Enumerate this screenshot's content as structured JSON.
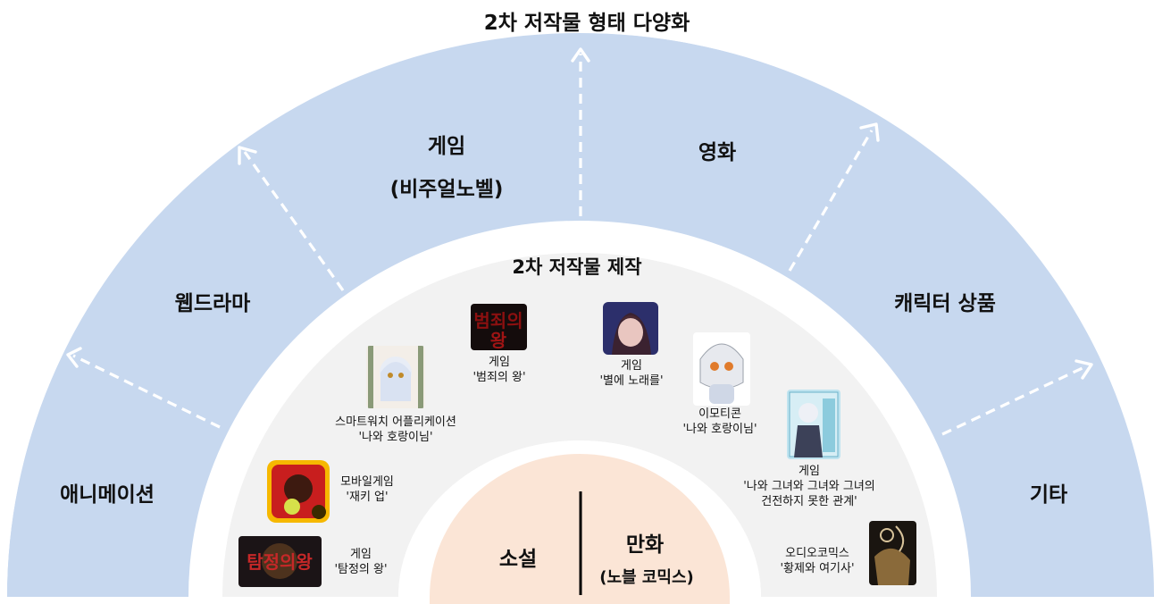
{
  "title": "2차 저작물 형태 다양화",
  "outer_ring": {
    "items": [
      {
        "label": "애니메이션"
      },
      {
        "label": "웹드라마"
      },
      {
        "label_line1": "게임",
        "label_line2": "(비주얼노벨)"
      },
      {
        "label": "영화"
      },
      {
        "label": "캐릭터 상품"
      },
      {
        "label": "기타"
      }
    ]
  },
  "middle_ring": {
    "title": "2차 저작물 제작",
    "works": [
      {
        "line1": "게임",
        "line2": "'탐정의 왕'",
        "icon": "game-thumbnail-detective-king"
      },
      {
        "line1": "모바일게임",
        "line2": "'재키 업'",
        "icon": "game-thumbnail-jackie-up"
      },
      {
        "line1": "스마트워치 어플리케이션",
        "line2": "'나와 호랑이님'",
        "icon": "app-thumbnail-tiger"
      },
      {
        "line1": "게임",
        "line2": "'범죄의 왕'",
        "icon": "game-thumbnail-crime-king"
      },
      {
        "line1": "게임",
        "line2": "'별에 노래를'",
        "icon": "game-thumbnail-sing-to-stars"
      },
      {
        "line1": "이모티콘",
        "line2": "'나와 호랑이님'",
        "icon": "emoticon-thumbnail-tiger"
      },
      {
        "line1": "게임",
        "line2": "'나와 그녀와 그녀와 그녀의",
        "line3": "건전하지 못한 관계'",
        "icon": "game-thumbnail-unhealthy-relationship"
      },
      {
        "line1": "오디오코믹스",
        "line2": "'황제와 여기사'",
        "icon": "audiocomic-thumbnail-emperor-knight"
      }
    ]
  },
  "core": {
    "left": {
      "label": "소설"
    },
    "right": {
      "label": "만화",
      "sublabel": "(노블 코믹스)"
    }
  },
  "colors": {
    "outer_ring": "#c7d8ef",
    "middle_ring": "#f2f2f2",
    "core": "#fbe5d6",
    "arrow": "#ffffff",
    "text": "#111111"
  }
}
